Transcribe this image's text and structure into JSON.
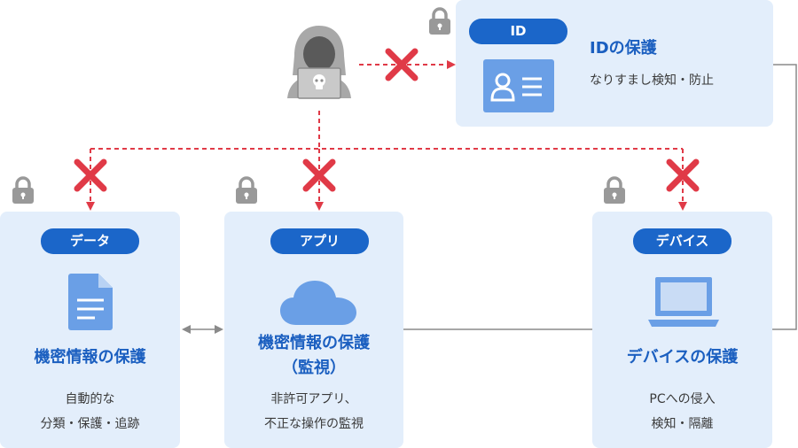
{
  "id_card": {
    "badge": "ID",
    "title": "IDの保護",
    "desc": "なりすまし検知・防止",
    "icon": "id-card-icon"
  },
  "data_card": {
    "badge": "データ",
    "title": "機密情報の保護",
    "desc_line1": "自動的な",
    "desc_line2": "分類・保護・追跡",
    "icon": "document-icon"
  },
  "app_card": {
    "badge": "アプリ",
    "title_line1": "機密情報の保護",
    "title_line2": "（監視）",
    "desc_line1": "非許可アプリ、",
    "desc_line2": "不正な操作の監視",
    "icon": "cloud-icon"
  },
  "device_card": {
    "badge": "デバイス",
    "title": "デバイスの保護",
    "desc_line1": "PCへの侵入",
    "desc_line2": "検知・隔離",
    "icon": "laptop-icon"
  },
  "colors": {
    "card_bg": "#e3eefb",
    "badge": "#1b66c9",
    "title": "#1b5fc0",
    "attack": "#e03a47",
    "connector": "#8a8a8a",
    "lock": "#999999",
    "hacker": "#999999",
    "icon": "#6a9fe6"
  }
}
